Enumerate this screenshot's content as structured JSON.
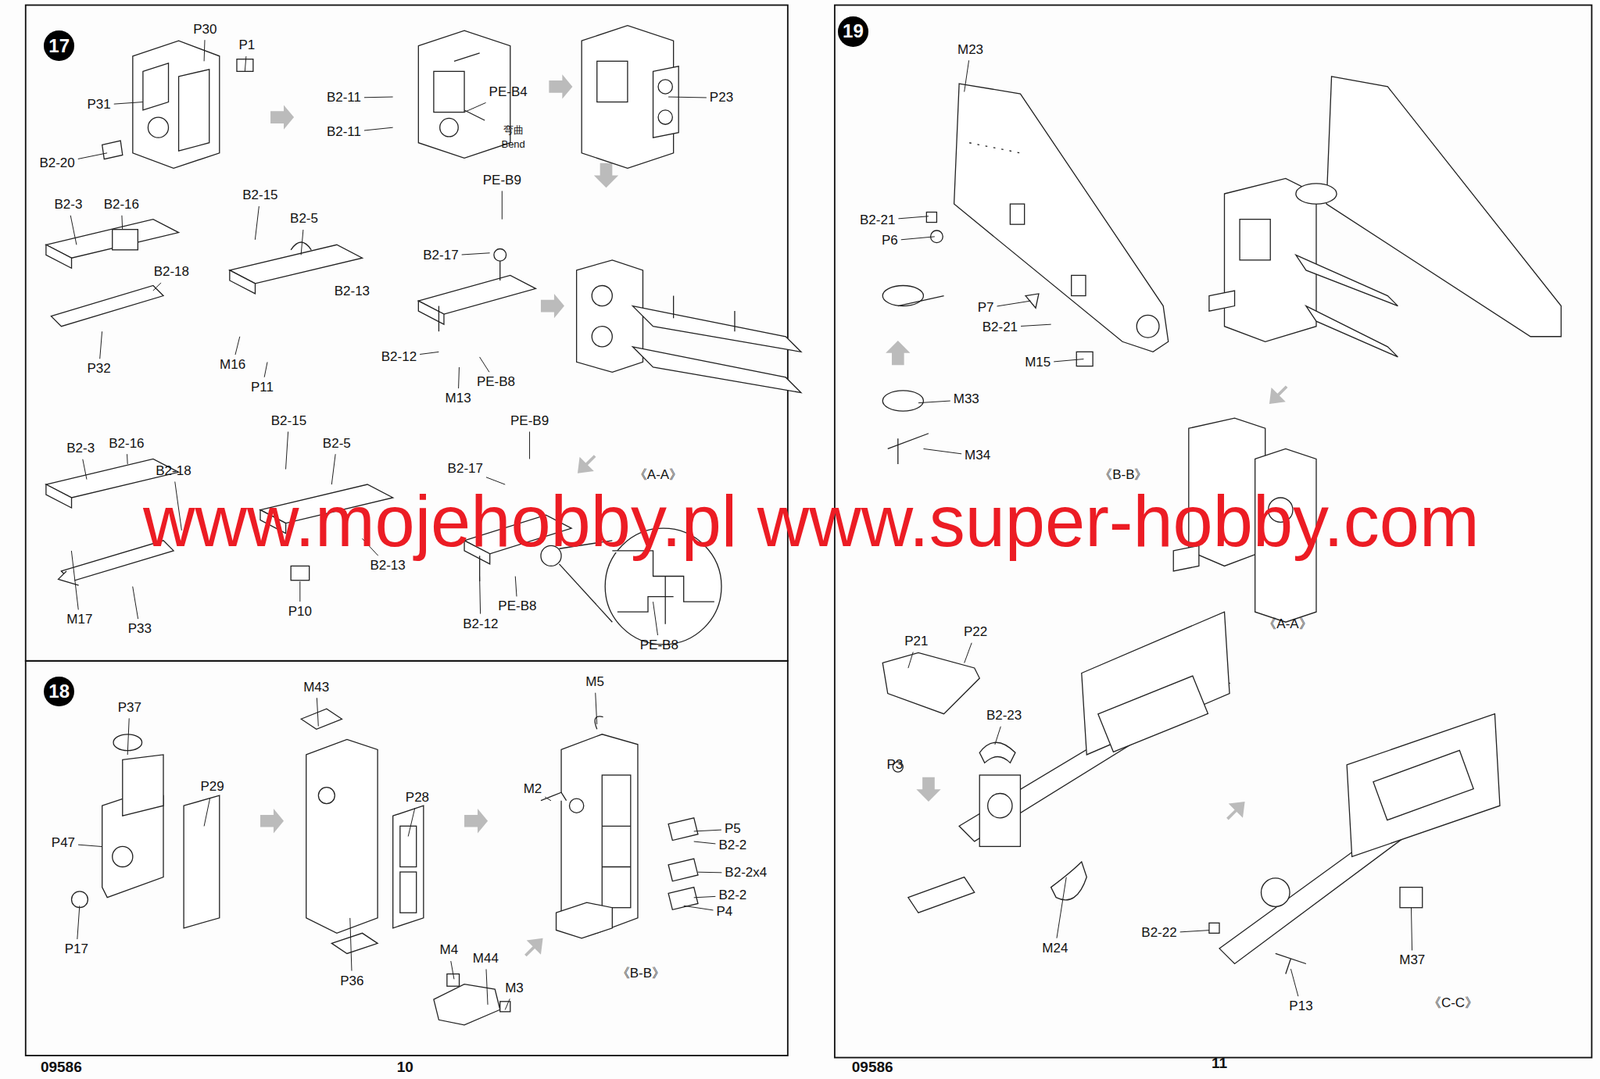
{
  "diagram": {
    "nodes": [
      {
        "text": [
          "17"
        ]
      },
      {
        "text": [
          "18"
        ]
      },
      {
        "text": [
          "19"
        ]
      }
    ],
    "labels": [
      "P30",
      "P1",
      "P31",
      "B2-20",
      "B2-11",
      "B2-11",
      "PE-B4",
      "弯曲",
      "Bend",
      "P23",
      "B2-3",
      "B2-16",
      "B2-15",
      "B2-5",
      "PE-B9",
      "B2-18",
      "B2-13",
      "B2-17",
      "P32",
      "M16",
      "P11",
      "B2-12",
      "M13",
      "PE-B8",
      "B2-3",
      "B2-16",
      "B2-15",
      "B2-5",
      "PE-B9",
      "B2-17",
      "《A-A》",
      "B2-18",
      "B2-13",
      "M17",
      "P33",
      "P10",
      "B2-12",
      "PE-B8",
      "PE-B8",
      "P37",
      "P29",
      "P47",
      "P17",
      "M43",
      "P28",
      "P36",
      "M5",
      "M2",
      "P5",
      "B2-2",
      "B2-2x4",
      "B2-2",
      "P4",
      "M4",
      "M44",
      "M3",
      "《B-B》",
      "M23",
      "B2-21",
      "P6",
      "P7",
      "B2-21",
      "M15",
      "M33",
      "M34",
      "《B-B》",
      "《A-A》",
      "P21",
      "P22",
      "P3",
      "B2-23",
      "M24",
      "B2-22",
      "P13",
      "M37",
      "《C-C》",
      "09586",
      "10",
      "09586",
      "11",
      "www.mojehobby.pl www.super-hobby.com"
    ]
  }
}
